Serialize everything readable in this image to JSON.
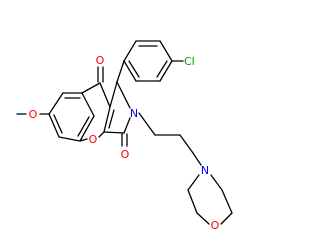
{
  "colors": {
    "bond": "#000000",
    "carbon_label": "#000000",
    "oxygen": "#ff0000",
    "nitrogen": "#0000ff",
    "chlorine": "#00a000",
    "background": "#ffffff"
  },
  "atoms": {
    "chlorine": "Cl",
    "carbonyl_oxygen_top": "O",
    "carbonyl_oxygen_bottom": "O",
    "pyran_oxygen": "O",
    "methoxy_oxygen": "O",
    "lactam_nitrogen": "N",
    "morpholine_nitrogen": "N",
    "morpholine_oxygen": "O"
  }
}
